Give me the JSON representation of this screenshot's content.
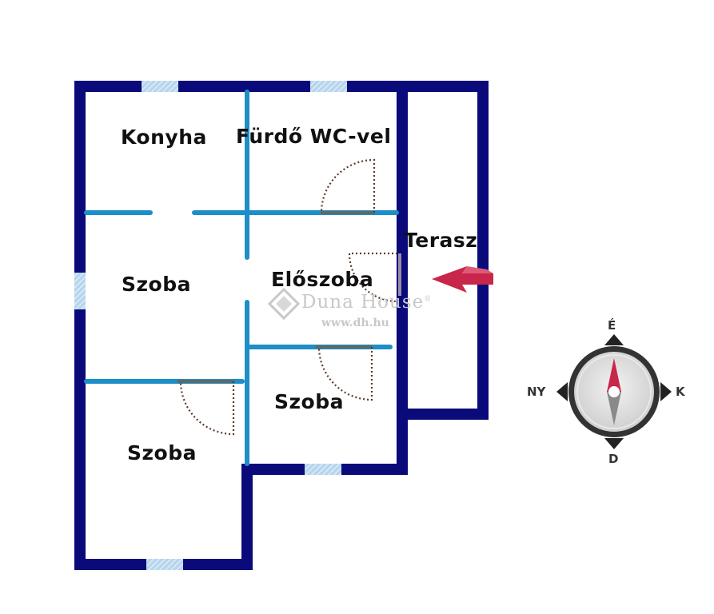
{
  "rooms": {
    "konyha": "Konyha",
    "furdo": "Fürdő WC-vel",
    "terasz": "Terasz",
    "szoba_left": "Szoba",
    "eloszoba": "Előszoba",
    "szoba_mid": "Szoba",
    "szoba_bottom": "Szoba"
  },
  "watermark": {
    "name": "Duna House",
    "url": "www.dh.hu"
  },
  "compass": {
    "north": "É",
    "south": "D",
    "east": "K",
    "west": "NY"
  },
  "colors": {
    "outer_wall": "#0a0a7a",
    "inner_wall": "#1d8ec8",
    "window": "#a9cdea",
    "entrance_arrow": "#c8264a",
    "compass_needle_north": "#c8264a"
  }
}
